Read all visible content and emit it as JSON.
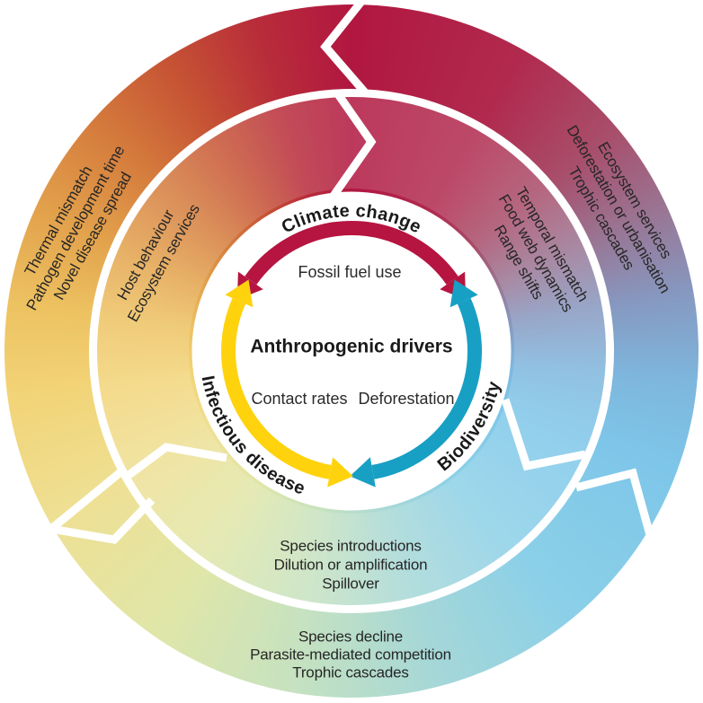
{
  "figure": {
    "center": {
      "title": "Anthropogenic drivers",
      "climate_driver": "Fossil fuel use",
      "infectious_driver": "Contact rates",
      "biodiversity_driver": "Deforestation"
    },
    "cycle_labels": {
      "climate": "Climate change",
      "biodiversity": "Biodiversity",
      "infectious": "Infectious disease"
    },
    "middle_ring": {
      "left_lines": [
        "Host behaviour",
        "Ecosystem services"
      ],
      "right_lines": [
        "Temporal mismatch",
        "Food web dynamics",
        "Range shifts"
      ],
      "bottom_lines": [
        "Species introductions",
        "Dilution or amplification",
        "Spillover"
      ]
    },
    "outer_ring": {
      "left_lines": [
        "Thermal mismatch",
        "Pathogen development time",
        "Novel disease spread"
      ],
      "right_lines": [
        "Ecosystem services",
        "Deforestation or urbanisation",
        "Trophic cascades"
      ],
      "bottom_lines": [
        "Species decline",
        "Parasite-mediated competition",
        "Trophic cascades"
      ]
    },
    "colors": {
      "climate_arrow": "#b51540",
      "biodiversity_arrow": "#189fc4",
      "infectious_arrow": "#ffd20e"
    }
  }
}
